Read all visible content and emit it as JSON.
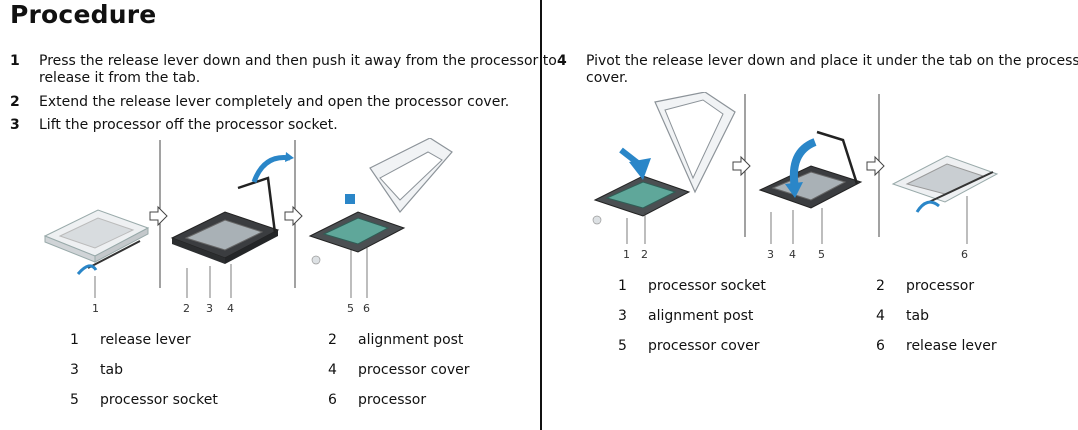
{
  "page_title": "Procedure",
  "steps_left": [
    {
      "num": "1",
      "text_line1": "Press the release lever down and then push it away from the processor to",
      "text_line2": "release it from the tab."
    },
    {
      "num": "2",
      "text_line1": "Extend the release lever completely and open the processor cover."
    },
    {
      "num": "3",
      "text_line1": "Lift the processor off the processor socket."
    }
  ],
  "steps_right": [
    {
      "num": "4",
      "text_line1": "Pivot the release lever down and place it under the tab on the processor",
      "text_line2": "cover."
    }
  ],
  "figure_left_callouts": [
    "1",
    "2",
    "3",
    "4",
    "5",
    "6"
  ],
  "figure_right_callouts": [
    "1",
    "2",
    "3",
    "4",
    "5",
    "6"
  ],
  "legend_left": [
    {
      "num": "1",
      "label": "release lever"
    },
    {
      "num": "2",
      "label": "alignment post"
    },
    {
      "num": "3",
      "label": "tab"
    },
    {
      "num": "4",
      "label": "processor cover"
    },
    {
      "num": "5",
      "label": "processor socket"
    },
    {
      "num": "6",
      "label": "processor"
    }
  ],
  "legend_right": [
    {
      "num": "1",
      "label": "processor socket"
    },
    {
      "num": "2",
      "label": "processor"
    },
    {
      "num": "3",
      "label": "alignment post"
    },
    {
      "num": "4",
      "label": "tab"
    },
    {
      "num": "5",
      "label": "processor cover"
    },
    {
      "num": "6",
      "label": "release lever"
    }
  ],
  "colors": {
    "arrow_blue": "#2a86c8",
    "line_gray": "#6a6a6a",
    "socket_dark": "#3a3a3a",
    "chip_green": "#5fa79a"
  }
}
